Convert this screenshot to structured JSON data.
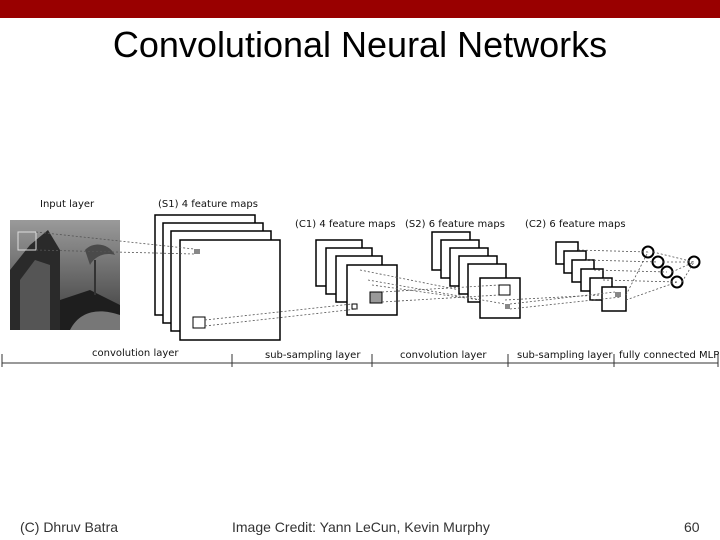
{
  "slide": {
    "title": "Convolutional Neural Networks",
    "accent_color": "#990000"
  },
  "figure": {
    "image_label": "Input layer",
    "map_labels": [
      "(S1) 4 feature maps",
      "(C1) 4 feature maps",
      "(S2) 6 feature maps",
      "(C2) 6 feature maps"
    ],
    "layer_labels": [
      "convolution layer",
      "sub-sampling layer",
      "convolution layer",
      "sub-sampling layer",
      "fully connected MLP"
    ]
  },
  "footer": {
    "left": "(C) Dhruv Batra",
    "center": "Image Credit: Yann LeCun, Kevin Murphy",
    "page_number": "60"
  }
}
